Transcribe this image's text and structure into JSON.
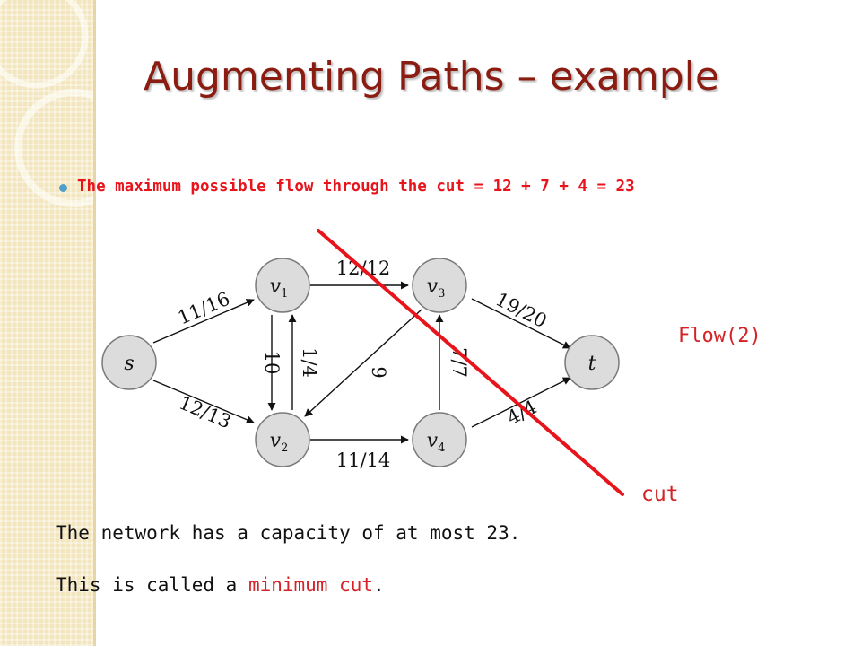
{
  "slide": {
    "title": "Augmenting Paths – example",
    "bullet": "The maximum possible flow through the cut = 12 + 7 + 4 = 23",
    "flow_label": "Flow(2)",
    "cut_label": "cut",
    "line1": "The network has a capacity of at most 23.",
    "line2_prefix": "This is called a ",
    "line2_highlight": "minimum cut",
    "line2_suffix": "."
  },
  "graph": {
    "nodes": {
      "s": {
        "name": "s",
        "sub": ""
      },
      "v1": {
        "name": "v",
        "sub": "1"
      },
      "v2": {
        "name": "v",
        "sub": "2"
      },
      "v3": {
        "name": "v",
        "sub": "3"
      },
      "v4": {
        "name": "v",
        "sub": "4"
      },
      "t": {
        "name": "t",
        "sub": ""
      }
    },
    "edges": {
      "s_v1": "11/16",
      "s_v2": "12/13",
      "v1_v2": "10",
      "v2_v1": "1/4",
      "v1_v3": "12/12",
      "v3_v2": "9",
      "v4_v3": "7/7",
      "v2_v4": "11/14",
      "v3_t": "19/20",
      "v4_t": "4/4"
    }
  },
  "colors": {
    "title": "#8a1c12",
    "highlight": "#d42227",
    "node_fill": "#dcdcdc",
    "sidebar": "#f3e6bf"
  }
}
